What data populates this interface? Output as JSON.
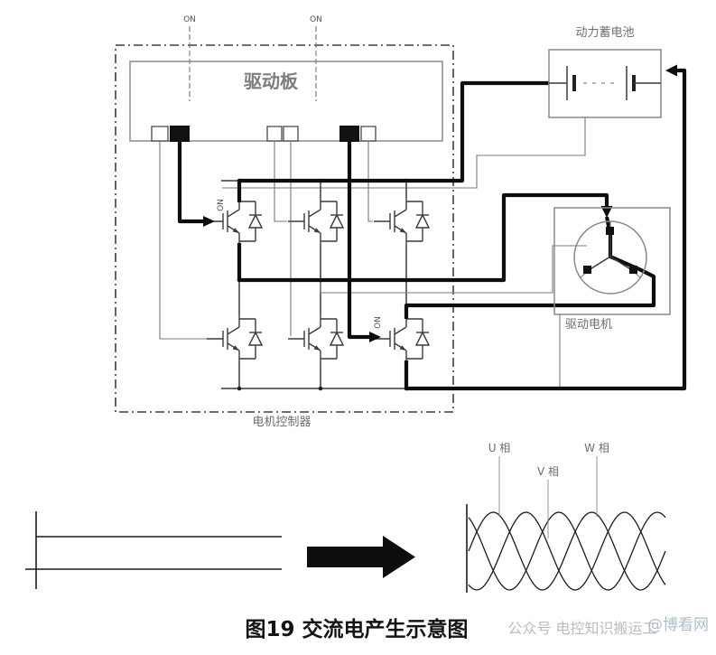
{
  "labels": {
    "driver_board": "驱动板",
    "motor_controller": "电机控制器",
    "battery": "动力蓄电池",
    "motor": "驱动电机",
    "on_top_left": "ON",
    "on_top_right": "ON",
    "on_igbt_top": "ON",
    "on_igbt_bottom": "ON",
    "phase_u": "U 相",
    "phase_v": "V 相",
    "phase_w": "W 相"
  },
  "caption": "图19 交流电产生示意图",
  "watermarks": {
    "wechat": "公众号 电控知识搬运工",
    "bokan": "@博看网"
  },
  "chart_data": {
    "type": "line",
    "series": [
      {
        "name": "U 相",
        "phase_deg": 0
      },
      {
        "name": "V 相",
        "phase_deg": 120
      },
      {
        "name": "W 相",
        "phase_deg": 240
      }
    ],
    "cycles_shown": 2,
    "legend": "labels above waves with leader lines",
    "layout": {
      "x_start": 519,
      "x_end": 737,
      "y_center": 610,
      "amplitude": 43,
      "period": 109
    }
  }
}
